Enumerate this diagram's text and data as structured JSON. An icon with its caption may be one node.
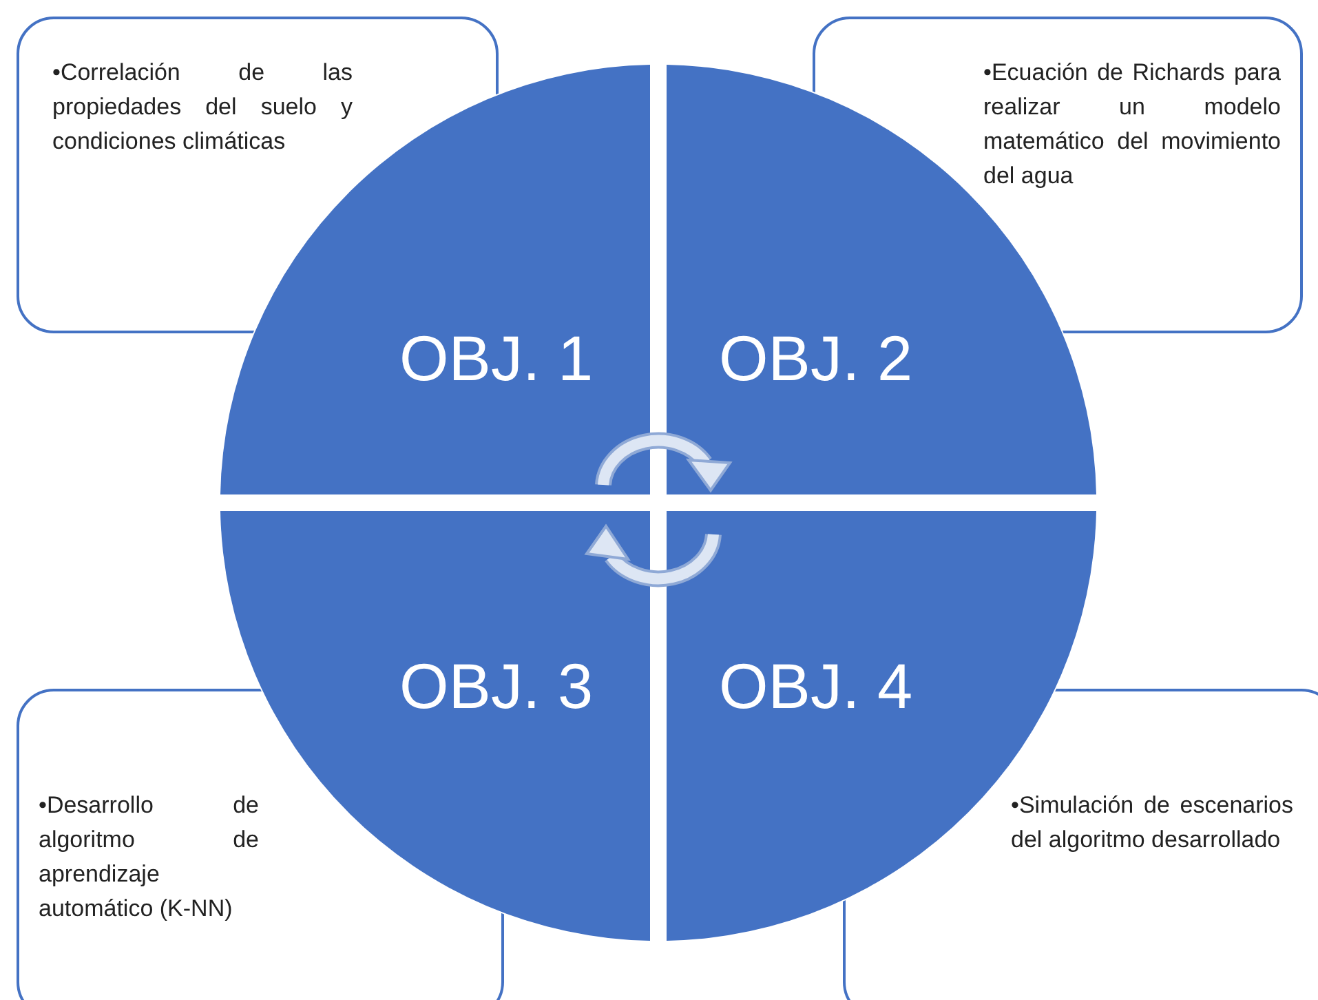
{
  "diagram": {
    "nodes": [
      {
        "text": [
          "OBJ. 1"
        ]
      },
      {
        "text": [
          "OBJ. 2"
        ]
      },
      {
        "text": [
          "OBJ. 3"
        ]
      },
      {
        "text": [
          "OBJ. 4"
        ]
      },
      {
        "text": [
          "•Correlación de las propiedades del suelo y condiciones climáticas"
        ]
      },
      {
        "text": [
          "•Ecuación de Richards para realizar un modelo matemático del movimiento del agua"
        ]
      },
      {
        "text": [
          "•Desarrollo de algoritmo de aprendizaje automático (K-NN)"
        ]
      },
      {
        "text": [
          "•Simulación de escenarios del algoritmo desarrollado"
        ]
      }
    ]
  }
}
